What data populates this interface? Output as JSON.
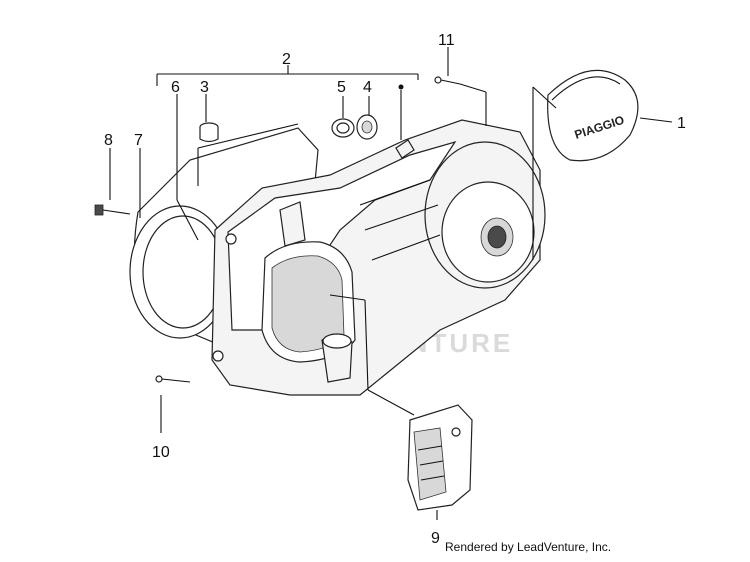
{
  "callouts": [
    "1",
    "2",
    "3",
    "4",
    "5",
    "6",
    "7",
    "8",
    "9",
    "10",
    "11"
  ],
  "badge_text": "PIAGGIO",
  "watermark_text": "VENTURE",
  "footer": "Rendered by LeadVenture, Inc."
}
